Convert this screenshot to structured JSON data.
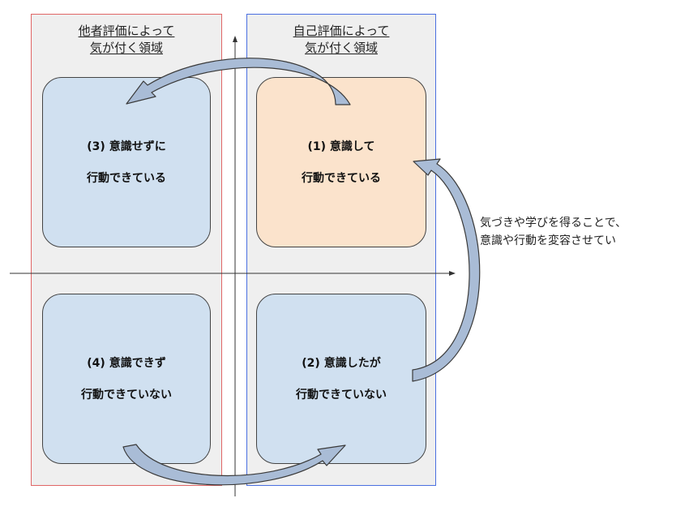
{
  "regions": {
    "left": {
      "title_line1": "他者評価によって",
      "title_line2": "気が付く領域",
      "border_color": "#e06666"
    },
    "right": {
      "title_line1": "自己評価によって",
      "title_line2": "気が付く領域",
      "border_color": "#4a6fe0"
    }
  },
  "quadrants": [
    {
      "id": "q3",
      "line1": "(3) 意識せずに",
      "line2": "行動できている",
      "fill": "#d0e0f0"
    },
    {
      "id": "q1",
      "line1": "(1) 意識して",
      "line2": "行動できている",
      "fill": "#fbe3cc"
    },
    {
      "id": "q4",
      "line1": "(4) 意識できず",
      "line2": "行動できていない",
      "fill": "#d0e0f0"
    },
    {
      "id": "q2",
      "line1": "(2) 意識したが",
      "line2": "行動できていない",
      "fill": "#d0e0f0"
    }
  ],
  "note": {
    "line1": "気づきや学びを得ることで、",
    "line2": "意識や行動を変容させてい"
  },
  "arrows": [
    "q1-to-q3",
    "q2-to-q1",
    "q4-to-q2"
  ]
}
